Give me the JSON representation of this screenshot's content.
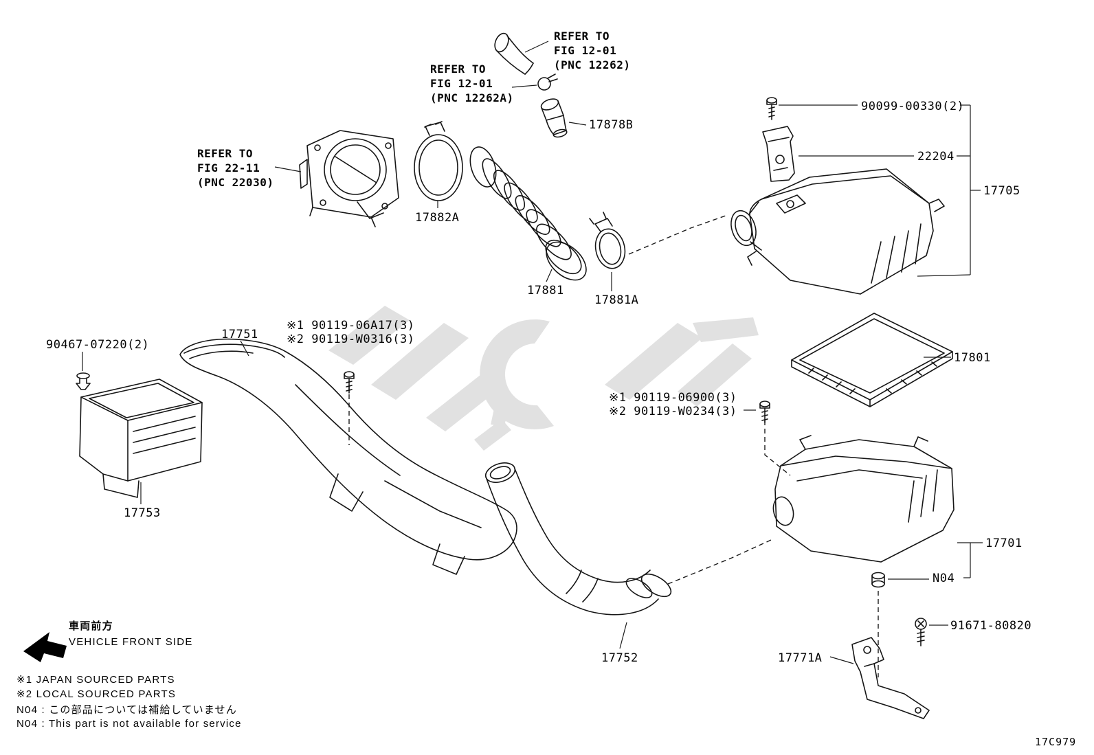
{
  "refs": {
    "fig1201a": {
      "l1": "REFER TO",
      "l2": "FIG 12-01",
      "l3": "(PNC 12262)"
    },
    "fig1201b": {
      "l1": "REFER TO",
      "l2": "FIG 12-01",
      "l3": "(PNC 12262A)"
    },
    "fig2211": {
      "l1": "REFER TO",
      "l2": "FIG 22-11",
      "l3": "(PNC 22030)"
    }
  },
  "parts": {
    "p17878B": "17878B",
    "p17882A": "17882A",
    "p90099": "90099-00330(2)",
    "p22204": "22204",
    "p17705": "17705",
    "p17881": "17881",
    "p17881A": "17881A",
    "p17751": "17751",
    "screwTop1": "※1 90119-06A17(3)",
    "screwTop2": "※2 90119-W0316(3)",
    "p90467": "90467-07220(2)",
    "p17801": "17801",
    "screwRight1": "※1 90119-06900(3)",
    "screwRight2": "※2 90119-W0234(3)",
    "p17753": "17753",
    "p17701": "17701",
    "pN04": "N04",
    "p91671": "91671-80820",
    "p17771A": "17771A",
    "p17752": "17752"
  },
  "front": {
    "jp": "車両前方",
    "en": "VEHICLE FRONT SIDE"
  },
  "notes": {
    "n1": "※1 JAPAN SOURCED PARTS",
    "n2": "※2 LOCAL SOURCED PARTS",
    "n3": "N04 : この部品については補給していません",
    "n4": "N04 : This part is not available for service"
  },
  "code": "17C979"
}
